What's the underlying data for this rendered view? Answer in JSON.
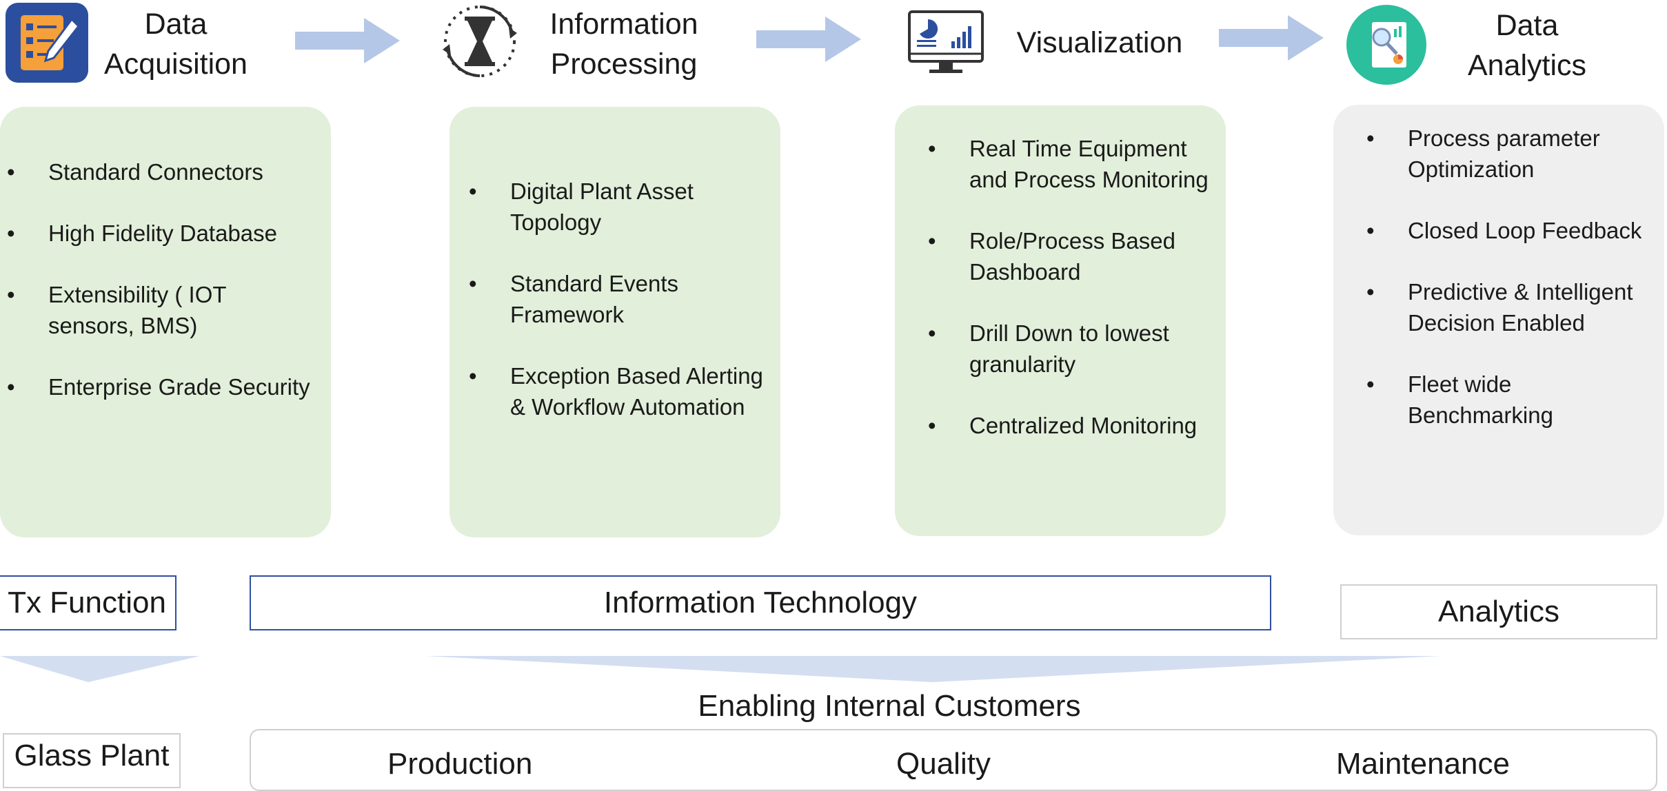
{
  "stages": [
    {
      "title_lines": [
        "Data",
        "Acquisition"
      ],
      "icon": "document-edit-icon",
      "items": [
        "Standard Connectors",
        "High Fidelity Database",
        "Extensibility ( IOT sensors, BMS)",
        "Enterprise Grade Security"
      ]
    },
    {
      "title_lines": [
        "Information",
        "Processing"
      ],
      "icon": "hourglass-cycle-icon",
      "items": [
        "Digital Plant Asset Topology",
        "Standard  Events Framework",
        "Exception Based Alerting & Workflow Automation"
      ]
    },
    {
      "title_lines": [
        "Visualization"
      ],
      "icon": "monitor-dashboard-icon",
      "items": [
        "Real Time Equipment and Process Monitoring",
        "Role/Process Based Dashboard",
        "Drill Down to lowest granularity",
        "Centralized Monitoring"
      ]
    },
    {
      "title_lines": [
        "Data",
        "Analytics"
      ],
      "icon": "report-analysis-icon",
      "items": [
        "Process parameter Optimization",
        "Closed Loop Feedback",
        "Predictive & Intelligent Decision Enabled",
        "Fleet wide Benchmarking"
      ]
    }
  ],
  "functions": {
    "tx": "Tx Function",
    "it": "Information Technology",
    "analytics": "Analytics"
  },
  "enabling_label": "Enabling Internal Customers",
  "bottom": {
    "glass_plant": "Glass Plant",
    "customers": [
      "Production",
      "Quality",
      "Maintenance"
    ]
  },
  "colors": {
    "card_green": "#e2efda",
    "card_grey": "#efefef",
    "arrow_blue": "#b4c7e7",
    "box_border_blue": "#2f4f9e",
    "icon_blue": "#2b4f9e",
    "icon_teal": "#2bbf9e",
    "icon_orange": "#f5a03a"
  }
}
